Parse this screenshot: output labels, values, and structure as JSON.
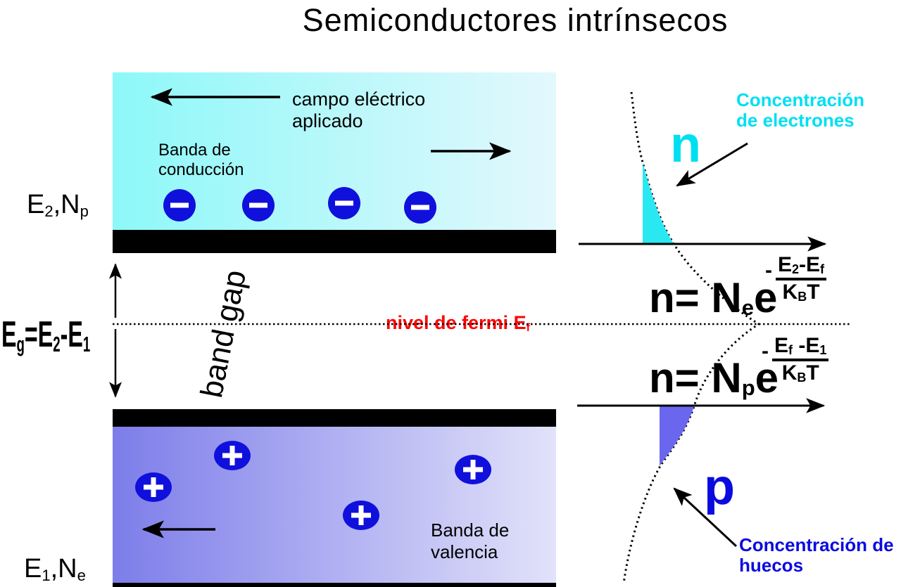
{
  "title": "Semiconductores intrínsecos",
  "bands": {
    "conduction_l1": "Banda de",
    "conduction_l2": "conducción",
    "field_l1": "campo eléctrico",
    "field_l2": "aplicado",
    "valence_l1": "Banda de",
    "valence_l2": "valencia"
  },
  "energy": {
    "e2_base": "E",
    "e2_sub": "2",
    "e2_rest": ",N",
    "e2_nsub": "p",
    "e1_base": "E",
    "e1_sub": "1",
    "e1_rest": ",N",
    "e1_nsub": "e",
    "eg_e": "E",
    "eg_g": "g",
    "eg_mid": "=E",
    "eg_2": "2",
    "eg_dash": "-E",
    "eg_1": "1",
    "band_gap": "band gap",
    "fermi": "nivel de fermi E",
    "fermi_sub": "f"
  },
  "formulas": {
    "electron": {
      "lhs": "n= N",
      "lhs_sub": "e",
      "base": "e",
      "minus": "-",
      "num_a": "E",
      "num_a_sub": "2",
      "num_b": "-E",
      "num_b_sub": "f",
      "den_a": "K",
      "den_sub": "B",
      "den_b": "T"
    },
    "hole": {
      "lhs": "n= N",
      "lhs_sub": "p",
      "base": "e",
      "minus": "-",
      "num_a": "E",
      "num_a_sub": "f",
      "num_b": " -E",
      "num_b_sub": "1",
      "den_a": "K",
      "den_sub": "B",
      "den_b": "T"
    }
  },
  "graph": {
    "n_label": "n",
    "p_label": "p",
    "conc_e_l1": "Concentración",
    "conc_e_l2": "de electrones",
    "conc_h_l1": "Concentración de",
    "conc_h_l2": "huecos"
  },
  "colors": {
    "conduction_gradient_start": "#8df8f8",
    "conduction_gradient_end": "#e3f8fd",
    "valence_gradient_start": "#7d7dea",
    "valence_gradient_end": "#e2e2fa",
    "particle_blue": "#1010dc",
    "electron_region_fill": "#2ae8f2",
    "hole_region_fill": "#6a66ee",
    "cyan_text": "#00dff2",
    "blue_text": "#0b0bdf",
    "fermi_red": "#ff0000"
  }
}
